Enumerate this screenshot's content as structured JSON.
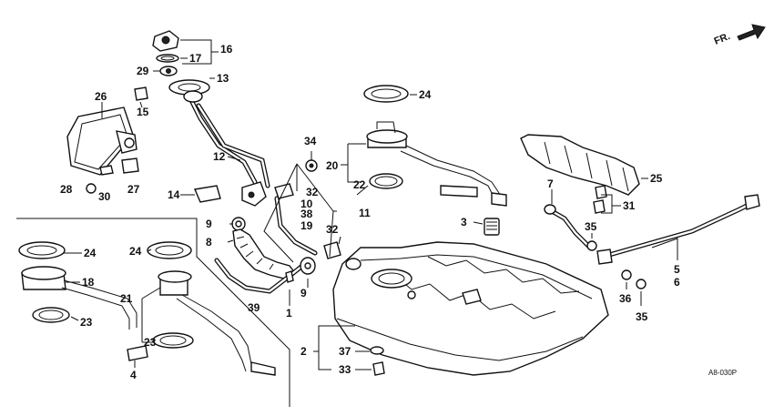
{
  "diagram": {
    "direction_label": "FR.",
    "figure_code": "A8-030P",
    "callouts": {
      "c1": "1",
      "c2": "2",
      "c3": "3",
      "c4": "4",
      "c5": "5",
      "c6": "6",
      "c7": "7",
      "c8": "8",
      "c9a": "9",
      "c9b": "9",
      "c10": "10",
      "c11": "11",
      "c12": "12",
      "c13": "13",
      "c14": "14",
      "c15": "15",
      "c16": "16",
      "c17": "17",
      "c18": "18",
      "c19": "19",
      "c20": "20",
      "c21": "21",
      "c22": "22",
      "c23a": "23",
      "c23b": "23",
      "c24a": "24",
      "c24b": "24",
      "c24c": "24",
      "c25": "25",
      "c26": "26",
      "c27": "27",
      "c28": "28",
      "c29": "29",
      "c30": "30",
      "c31": "31",
      "c32a": "32",
      "c32b": "32",
      "c33": "33",
      "c34": "34",
      "c35a": "35",
      "c35b": "35",
      "c36": "36",
      "c37": "37",
      "c38": "38",
      "c39": "39"
    }
  }
}
